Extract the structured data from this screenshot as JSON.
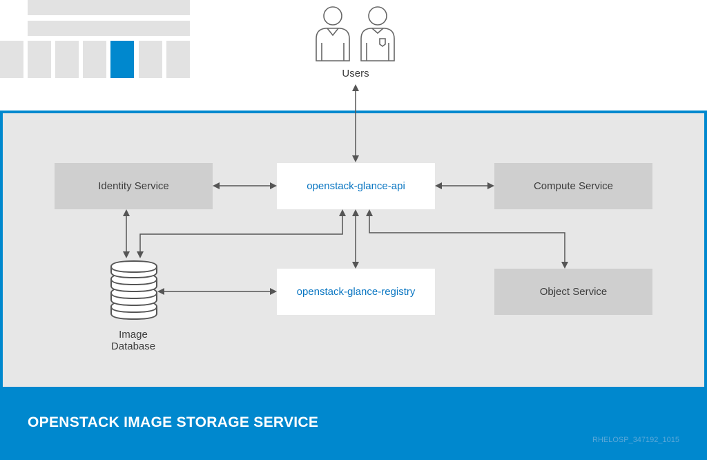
{
  "diagram": {
    "users_label": "Users",
    "boxes": {
      "identity": "Identity Service",
      "api": "openstack-glance-api",
      "compute": "Compute Service",
      "registry": "openstack-glance-registry",
      "object": "Object Service"
    },
    "database_label_line1": "Image",
    "database_label_line2": "Database",
    "footer_title": "OPENSTACK IMAGE STORAGE SERVICE",
    "reference_id": "RHELOSP_347192_1015"
  },
  "colors": {
    "accent": "#0088ce",
    "panel": "#e7e7e7",
    "service_box": "#cfcfcf",
    "glance_text": "#0a76c2",
    "arrow": "#555555"
  },
  "icons": {
    "users": "users-icon",
    "database": "database-icon",
    "logo": "layout-grid-logo"
  }
}
